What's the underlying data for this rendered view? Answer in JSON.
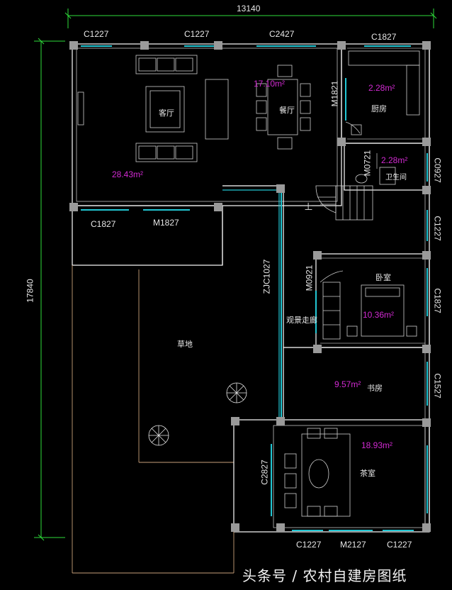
{
  "dimensions": {
    "width_total": "13140",
    "height_total": "17840"
  },
  "rooms": {
    "living": {
      "name": "客厅",
      "area": "28.43m²"
    },
    "dining": {
      "name": "餐厅",
      "area": "17.10m²"
    },
    "kitchen": {
      "name": "厨房",
      "area": "2.28m²"
    },
    "bathroom": {
      "name": "卫生间",
      "area": "2.28m²"
    },
    "bedroom": {
      "name": "卧室",
      "area": "10.36m²"
    },
    "study": {
      "name": "书房",
      "area": "9.57m²"
    },
    "tearoom": {
      "name": "茶室",
      "area": "18.93m²"
    },
    "lawn": {
      "name": "草地"
    },
    "corridor": {
      "name": "观景走廊"
    },
    "stair_up": "上"
  },
  "openings": {
    "top_w1": "C1227",
    "top_w2": "C1227",
    "top_w3": "C2427",
    "top_w4": "C1827",
    "m1821": "M1821",
    "m0721": "M0721",
    "c0927": "C0927",
    "right_c1227": "C1227",
    "right_c1827": "C1827",
    "right_c1527": "C1527",
    "c1827_mid": "C1827",
    "m1827": "M1827",
    "zjc1027": "ZJC1027",
    "m0921": "M0921",
    "c2827": "C2827",
    "bot_c1227a": "C1227",
    "bot_m2127": "M2127",
    "bot_c1227b": "C1227"
  },
  "watermark": "头条号 / 农村自建房图纸",
  "colors": {
    "background": "#000000",
    "wall": "#ffffff",
    "window": "#22c7d4",
    "area_text": "#d12ad1",
    "pillar": "#9a9a9a",
    "dim_line": "#2edc3a"
  }
}
